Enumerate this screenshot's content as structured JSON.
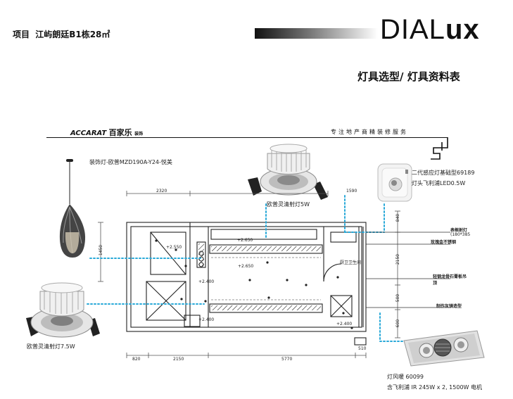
{
  "header": {
    "project_label": "项目",
    "project_name": "江屿朗廷B1栋28㎡",
    "brand_main": "DIAL",
    "brand_suffix": "ux",
    "subtitle_a": "灯具选型/",
    "subtitle_b": "灯具资料表"
  },
  "frame": {
    "logo_text": "ACCARAT",
    "logo_cn": "百家乐",
    "logo_small": "装饰",
    "slogan": "专注地产商精装修服务"
  },
  "fixtures": {
    "pendant_label": "装饰灯-欧普MZD190A-Y24-悦美",
    "spot_top_label": "欧普灵清射灯5W",
    "sensor_label_1": "二代感应灯基础型69189",
    "sensor_label_2": "灯头飞利浦LED0.5W",
    "spot_left_label": "欧普灵清射灯7.5W",
    "heater_label_1": "灯风暖 60099",
    "heater_label_2": "含飞利浦 IR 245W x 2, 1500W 电机"
  },
  "dimensions": {
    "top_left": "2320",
    "top_right": "1590",
    "bottom_1": "820",
    "bottom_2": "2150",
    "bottom_3": "5770",
    "bottom_4": "510",
    "left_v": "1450",
    "right_v1": "840",
    "right_v2": "2150",
    "right_v3": "500",
    "right_v4": "600"
  },
  "plan_labels": {
    "h_2550": "+2.550",
    "h_2650": "+2.650",
    "h_2650b": "+2.650",
    "h_2400": "+2.400",
    "h_2400b": "+2.400",
    "h_2400c": "+2.400",
    "bath": "厨卫卫生间"
  },
  "right_notes": {
    "n1": "表框射灯",
    "n1_sub": "(180*385",
    "n2": "玫瑰金不锈钢",
    "n3": "轻钢龙骨石膏板吊",
    "n3b": "顶",
    "n4": "制作灰镜造型"
  },
  "colors": {
    "leader": "#29a9d8",
    "line": "#222222"
  }
}
